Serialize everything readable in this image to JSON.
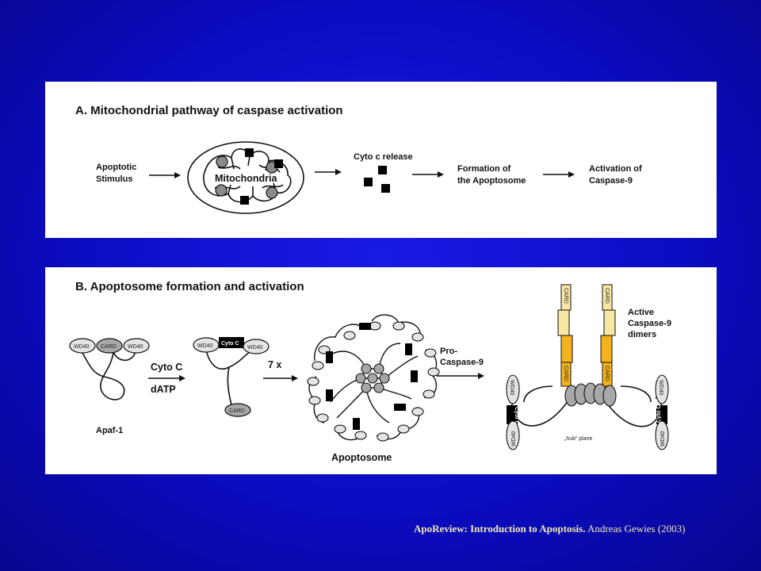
{
  "panel_a": {
    "title": "A. Mitochondrial pathway of caspase activation",
    "stimulus_line1": "Apoptotic",
    "stimulus_line2": "Stimulus",
    "mitochondria": "Mitochondria",
    "cyto_release": "Cyto c release",
    "formation_line1": "Formation of",
    "formation_line2": "the Apoptosome",
    "activation_line1": "Activation of",
    "activation_line2": "Caspase-9"
  },
  "panel_b": {
    "title": "B. Apoptosome formation and activation",
    "wd40": "WD40",
    "card": "CARD",
    "cyto_c_box": "Cyto C",
    "apaf": "Apaf-1",
    "cyto_c": "Cyto C",
    "datp": "dATP",
    "times": "7 x",
    "apoptosome": "Apoptosome",
    "pro_line1": "Pro-",
    "pro_line2": "Caspase-9",
    "active_line1": "Active",
    "active_line2": "Caspase-9",
    "active_line3": "dimers",
    "hub": "„hub“ plane",
    "cyto_vertical": "Cyto C"
  },
  "caption": {
    "bold": "ApoReview: Introduction to Apoptosis.",
    "normal": " Andreas Gewies (2003)"
  },
  "colors": {
    "background": "#0c0cc4",
    "caption": "#f2e9b6",
    "caspase_fill": "#f2b31c",
    "caspase_light": "#f7e7a3",
    "wd40_fill": "#e4e4e4",
    "card_fill": "#a8a8a8"
  }
}
